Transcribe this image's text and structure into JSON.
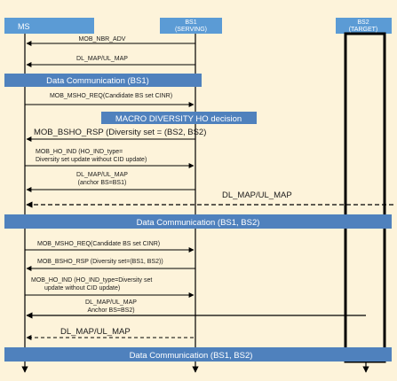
{
  "participants": {
    "ms": {
      "label": "MS"
    },
    "bs1": {
      "label": "BS1",
      "role": "(SERVING)"
    },
    "bs2": {
      "label": "BS2",
      "role": "(TARGET)"
    }
  },
  "colors": {
    "header": "#5b9bd5",
    "band": "#4f81bd",
    "background": "#fdf3da",
    "line": "#000000"
  },
  "messages": {
    "m1": "MOB_NBR_ADV",
    "m2": "DL_MAP/UL_MAP",
    "band1": "Data Communication (BS1)",
    "m3": "MOB_MSHO_REQ(Candidate BS set CINR)",
    "band2": "MACRO DIVERSITY HO decision",
    "m4": "MOB_BSHO_RSP (Diversity set = (BS2, BS2)",
    "m5a": "MOB_HO_IND (HO_IND_type=",
    "m5b": "Diversity set update without CID update)",
    "m6a": "DL_MAP/UL_MAP",
    "m6b": "(anchor BS=BS1)",
    "m7": "DL_MAP/UL_MAP",
    "band3": "Data Communication (BS1, BS2)",
    "m8": "MOB_MSHO_REQ(Candidate BS set CINR)",
    "m9": "MOB_BSHO_RSP (Diversity set=(BS1, BS2))",
    "m10a": "MOB_HO_IND (HO_IND_type=Diversity set",
    "m10b": "update without CID update)",
    "m11a": "DL_MAP/UL_MAP",
    "m11b": "Anchor BS=BS2)",
    "m12": "DL_MAP/UL_MAP",
    "band4": "Data Communication (BS1, BS2)"
  }
}
